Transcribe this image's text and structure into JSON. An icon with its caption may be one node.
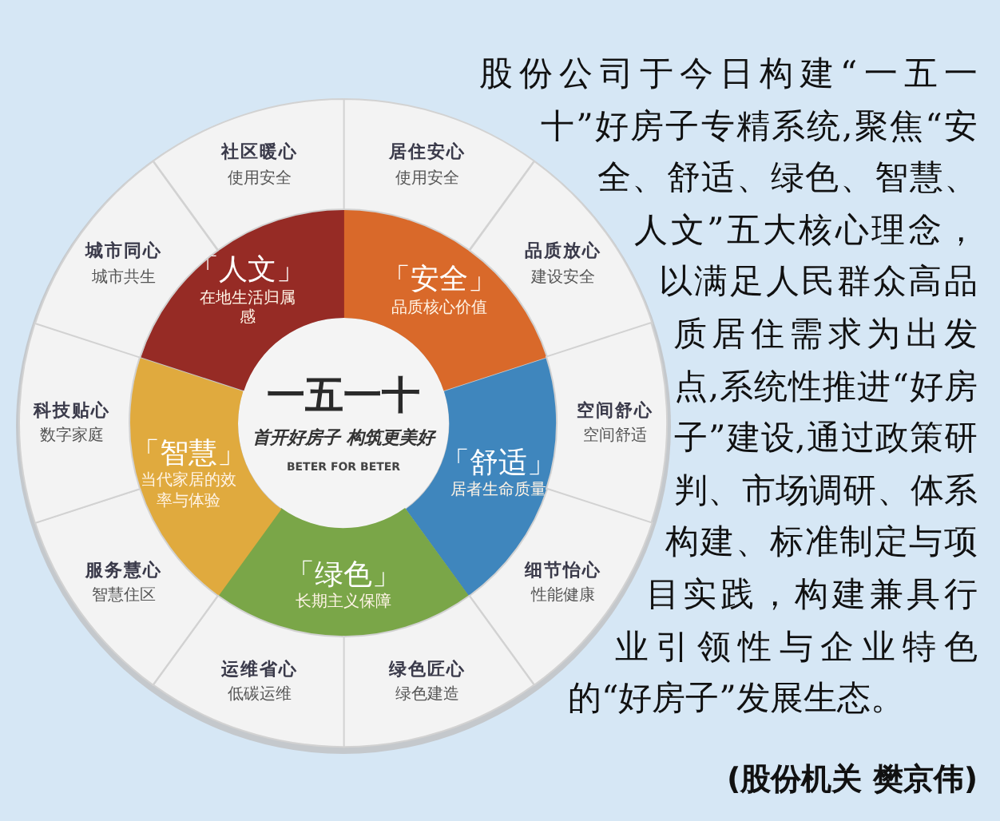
{
  "diagram": {
    "nodes": [
      {
        "text": [
          "一五一十",
          "首开好房子 构筑更美好",
          "BETER FOR BETER"
        ]
      },
      {
        "text": [
          "「安全」",
          "品质核心价值"
        ]
      },
      {
        "text": [
          "「舒适」",
          "居者生命质量"
        ]
      },
      {
        "text": [
          "「绿色」",
          "长期主义保障"
        ]
      },
      {
        "text": [
          "「智慧」",
          "当代家居的效率与体验"
        ]
      },
      {
        "text": [
          "「人文」",
          "在地生活归属感"
        ]
      },
      {
        "text": [
          "居住安心",
          "使用安全"
        ]
      },
      {
        "text": [
          "品质放心",
          "建设安全"
        ]
      },
      {
        "text": [
          "空间舒心",
          "空间舒适"
        ]
      },
      {
        "text": [
          "细节怡心",
          "性能健康"
        ]
      },
      {
        "text": [
          "绿色匠心",
          "绿色建造"
        ]
      },
      {
        "text": [
          "运维省心",
          "低碳运维"
        ]
      },
      {
        "text": [
          "服务慧心",
          "智慧住区"
        ]
      },
      {
        "text": [
          "科技贴心",
          "数字家庭"
        ]
      },
      {
        "text": [
          "城市同心",
          "城市共生"
        ]
      },
      {
        "text": [
          "社区暖心",
          "使用安全"
        ]
      }
    ],
    "labels": [
      "股份公司于今日构建“一五一十”好房子专精系统,聚焦“安全、舒适、绿色、智慧、人文”五大核心理念，以满足人民群众高品质居住需求为出发点,系统性推进“好房子”建设,通过政策研判、市场调研、体系构建、标准制定与项目实践，构建兼具行业引领性与企业特色的“好房子”发展生态。",
      "(股份机关 樊京伟)"
    ]
  }
}
